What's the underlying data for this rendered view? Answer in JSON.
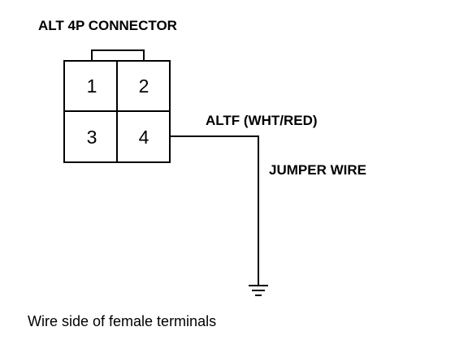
{
  "connector": {
    "title": "ALT 4P CONNECTOR",
    "pins": [
      "1",
      "2",
      "3",
      "4"
    ]
  },
  "wire": {
    "label": "ALTF (WHT/RED)",
    "jumper_label": "JUMPER WIRE"
  },
  "caption": "Wire side of female terminals",
  "colors": {
    "ink": "#000000",
    "background": "#ffffff"
  }
}
